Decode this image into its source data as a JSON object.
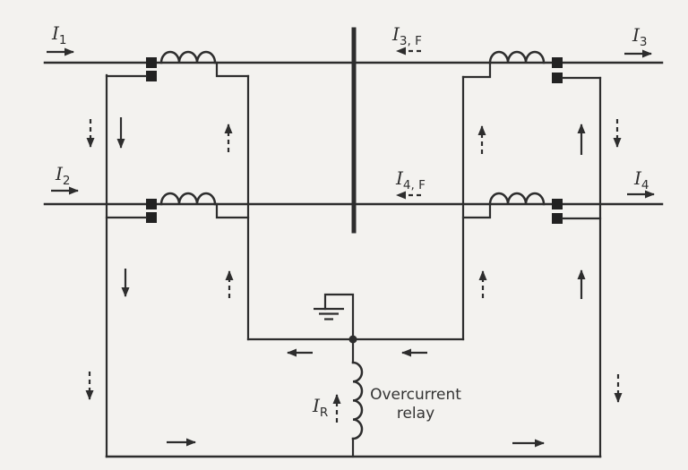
{
  "figure": {
    "background_color": "#f3f2ef",
    "line_color": "#2d2d2d"
  },
  "labels": {
    "i1": {
      "base": "I",
      "sub": "1"
    },
    "i2": {
      "base": "I",
      "sub": "2"
    },
    "i3": {
      "base": "I",
      "sub": "3"
    },
    "i4": {
      "base": "I",
      "sub": "4"
    },
    "i3f": {
      "base": "I",
      "sub": "3, F"
    },
    "i4f": {
      "base": "I",
      "sub": "4, F"
    },
    "ir": {
      "base": "I",
      "sub": "R"
    }
  },
  "relay": {
    "label_line1": "Overcurrent",
    "label_line2": "relay"
  },
  "symbols": [
    "current-transformer-coil",
    "ct-polarity-mark",
    "bus-bar",
    "ground",
    "relay-coil",
    "junction-dot",
    "solid-flow-arrow",
    "dashed-fault-arrow"
  ]
}
